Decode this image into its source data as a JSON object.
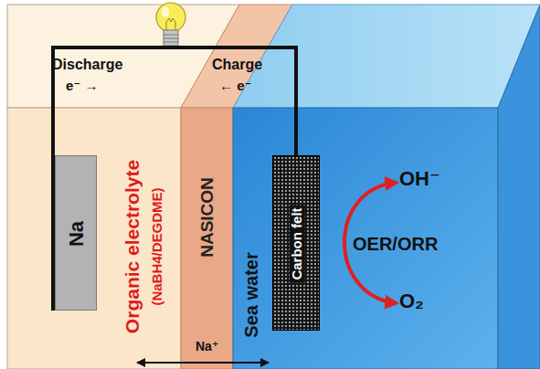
{
  "diagram": {
    "nodes": [
      {
        "text": [
          "Organic electrolyte",
          "(NaBH4/DEGDME)"
        ]
      },
      {
        "text": [
          "Na"
        ],
        "in": 0
      },
      {
        "text": [
          "NASICON"
        ]
      },
      {
        "text": [
          "Sea water"
        ]
      },
      {
        "text": [
          "Carbon felt"
        ],
        "in": 3
      }
    ],
    "edges": [
      {
        "from": 1,
        "to": 4,
        "arrow": "none"
      }
    ],
    "labels": [
      "Discharge",
      "e⁻ →",
      "Charge",
      "← e⁻",
      "OH⁻",
      "OER/ORR",
      "O₂",
      "Na⁺"
    ]
  }
}
